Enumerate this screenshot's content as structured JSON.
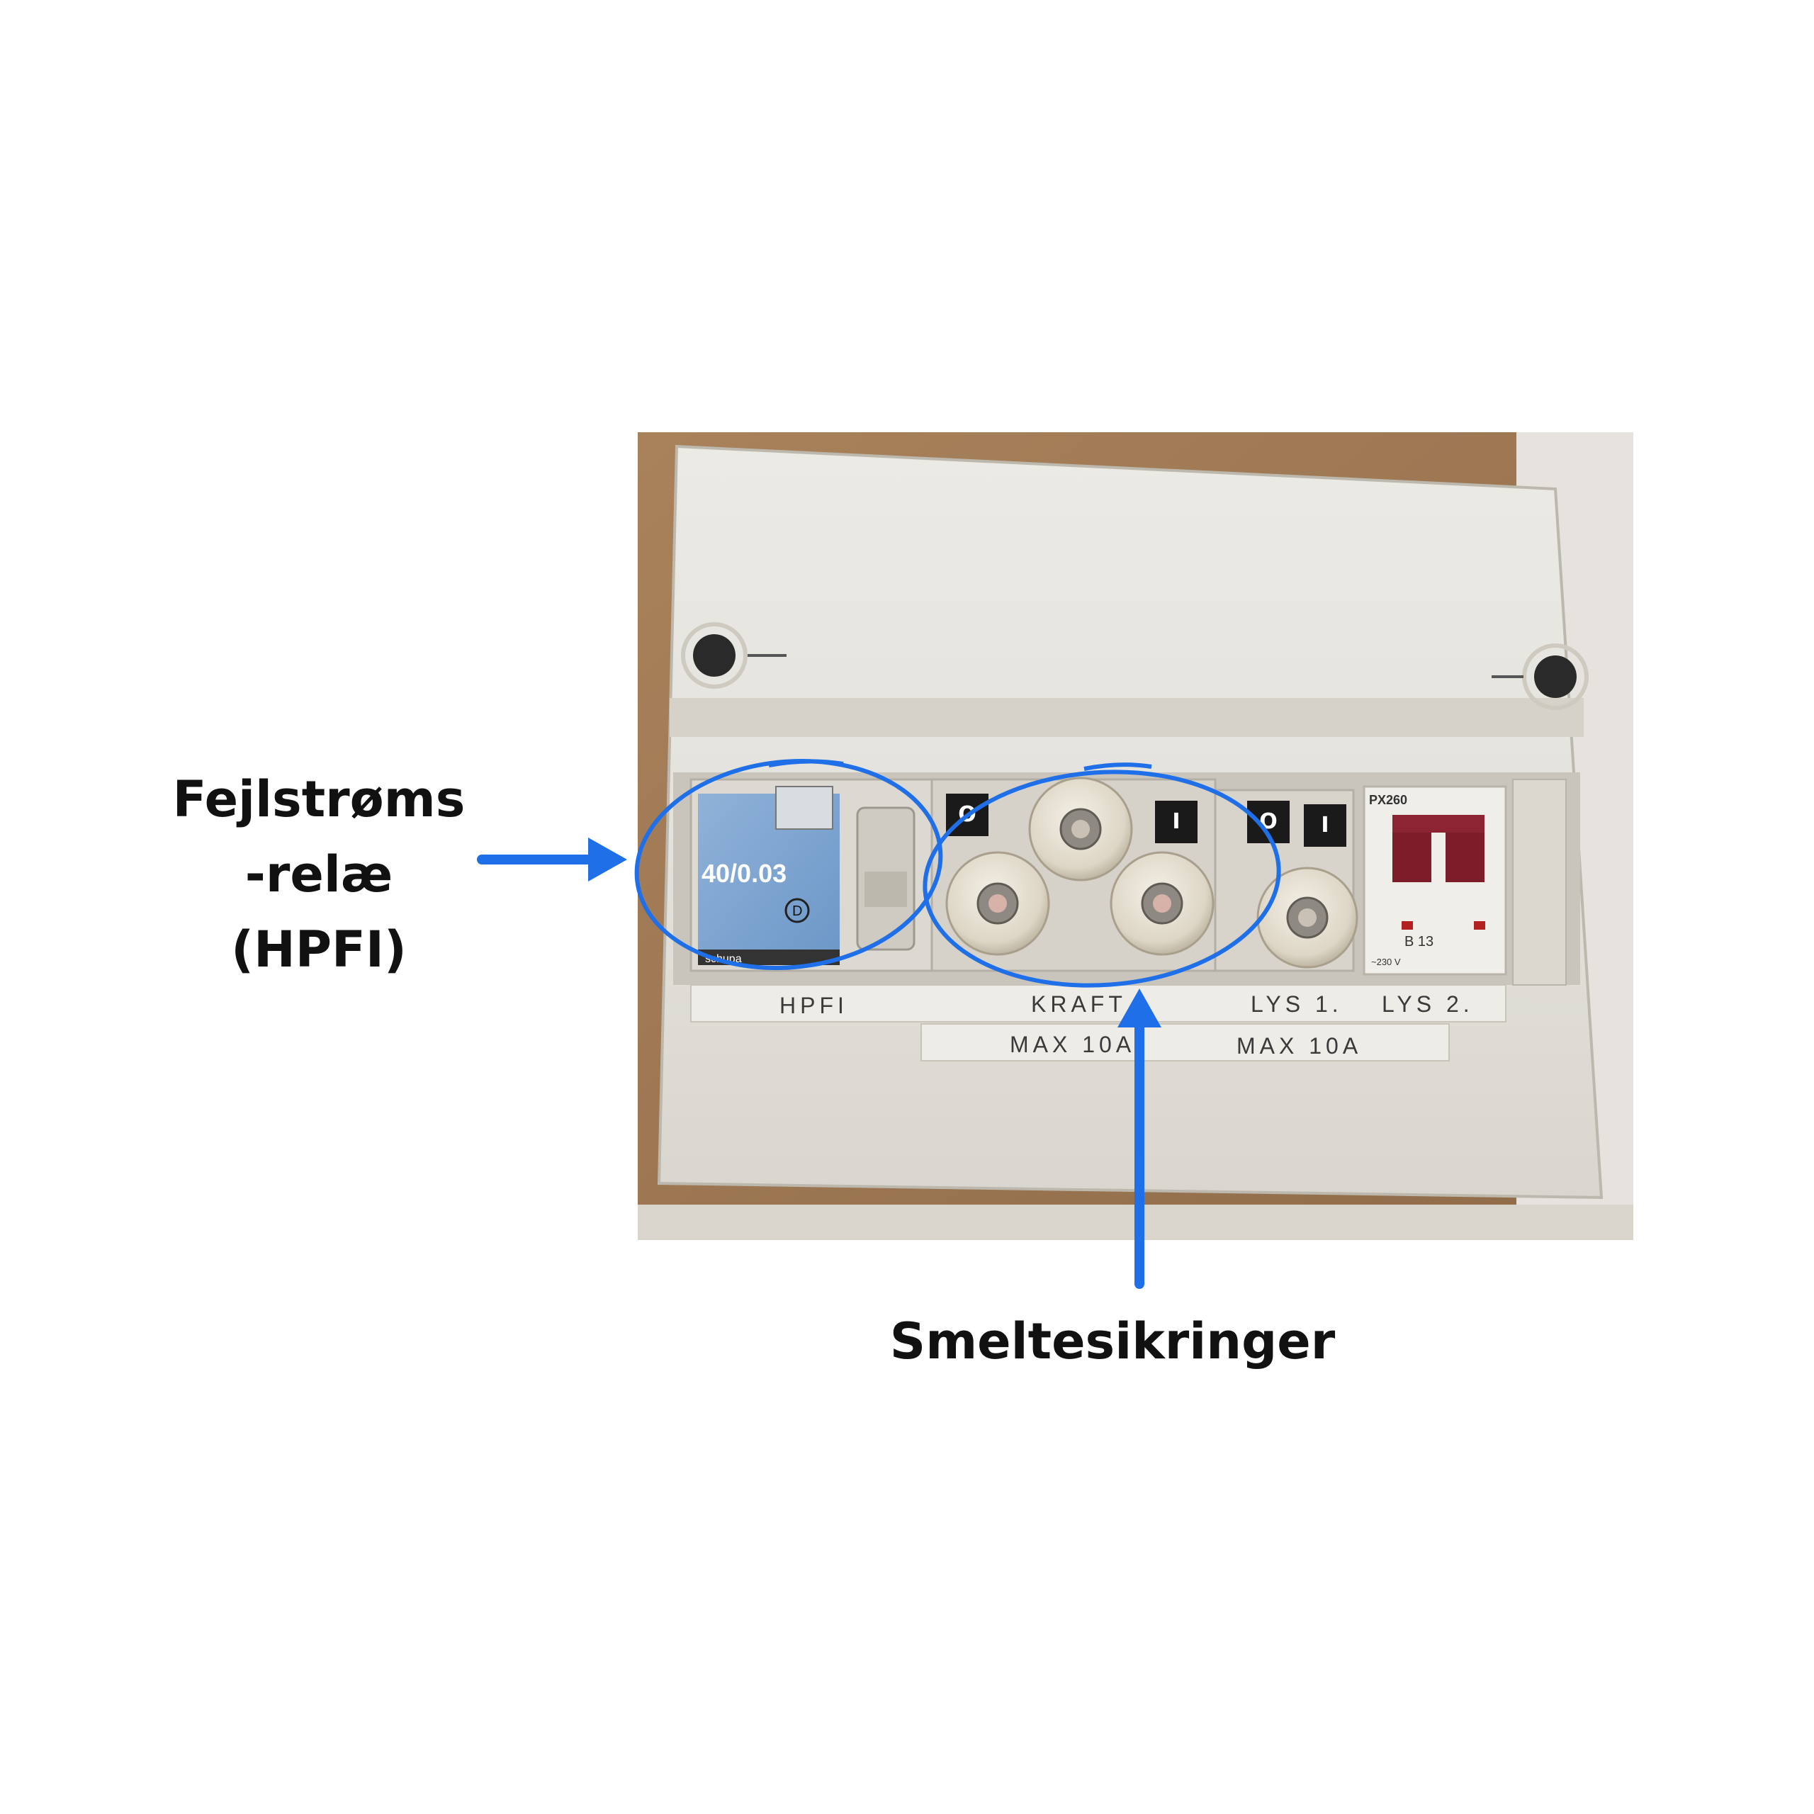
{
  "annotations": {
    "hpfi_label_lines": [
      "Fejlstrøms",
      "-relæ",
      "(HPFI)"
    ],
    "fuses_label": "Smeltesikringer",
    "accent_color": "#1f6fe8"
  },
  "panel": {
    "labels_top": {
      "hpfi": "HPFI",
      "kraft": "KRAFT",
      "lys1": "LYS 1.",
      "lys2": "LYS 2."
    },
    "labels_bottom": {
      "kraft_max": "MAX 10A",
      "lys_max": "MAX 10A"
    },
    "rcd": {
      "rating": "40/0.03",
      "brand": "schupa",
      "logo_letter": "D"
    },
    "mcb": {
      "model": "PX260",
      "curve": "B 13",
      "voltage": "~230 V"
    },
    "switch_symbols": [
      "O",
      "I",
      "O",
      "I"
    ]
  }
}
